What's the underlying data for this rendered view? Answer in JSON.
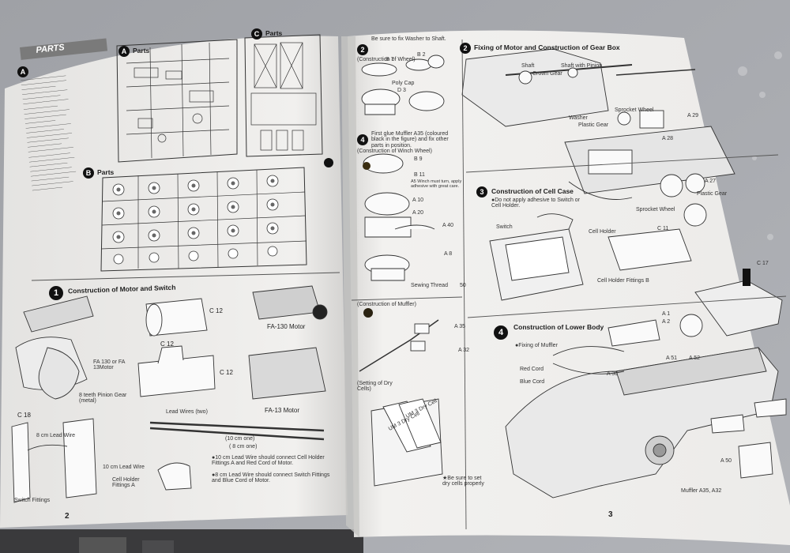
{
  "left_page": {
    "banner": "PARTS",
    "section_a_title": "Parts",
    "section_b_title": "Parts",
    "section_c_title": "Parts",
    "step1": {
      "number": "1",
      "title": "Construction of Motor and Switch",
      "labels": [
        "C 12",
        "C 12",
        "C 12",
        "FA-130 Motor",
        "FA 130 or FA 13Motor",
        "8 teeth Pinion Gear (metal)",
        "FA-13 Motor",
        "C 18",
        "8 cm Lead Wire",
        "Lead Wires (two)",
        "(10 cm one)",
        "( 8 cm one)",
        "10 cm Lead Wire",
        "Cell Holder Fittings A",
        "Switch Fittings"
      ],
      "notes": [
        "●10 cm Lead Wire should connect Cell Holder Fittings A and Red Cord of Motor.",
        "●8 cm Lead Wire should connect Switch Fittings and Blue Cord of Motor."
      ]
    },
    "page_number": "2"
  },
  "right_page": {
    "top_note": "Be sure to fix Washer to Shaft.",
    "wheel": {
      "caption": "(Construction of Wheel)",
      "labels": [
        "B 7",
        "B 2",
        "Poly Cap",
        "D 3"
      ]
    },
    "winch": {
      "number": "4",
      "intro": "First glue Muffler A35 (coloured black in the figure) and fix other parts in position.",
      "caption": "(Construction of Winch Wheel)",
      "labels": [
        "B 9",
        "B 11",
        "A5 Winch must turn, apply adhesive with great care.",
        "A 10",
        "A 20",
        "A 40",
        "A 8",
        "Sewing Thread",
        "50"
      ]
    },
    "muffler": {
      "caption": "(Construction of Muffler)",
      "labels": [
        "A 35",
        "A 32"
      ]
    },
    "dry_cells": {
      "caption": "(Setting of Dry Cells)",
      "labels": [
        "UM 3 Dry Cell",
        "UM 3 Dry Cell"
      ],
      "note": "★Be sure to set dry cells properly"
    },
    "step2": {
      "number": "2",
      "title": "Fixing of Motor and Construction of Gear Box",
      "labels": [
        "Shaft",
        "Shaft with Pinion",
        "Crown Gear",
        "Washer",
        "Plastic Gear",
        "A 29",
        "Sprocket Wheel",
        "A 28",
        "A 27",
        "Plastic Gear",
        "Sprocket Wheel"
      ]
    },
    "step3": {
      "number": "3",
      "title": "Construction of Cell Case",
      "notes": [
        "●Do not apply adhesive to Switch or Cell Holder."
      ],
      "labels": [
        "Switch",
        "Cell Holder",
        "C 11",
        "Cell Holder Fittings B"
      ]
    },
    "step4": {
      "number": "4",
      "title": "Construction of Lower Body",
      "subtitle": "●Fixing of Muffler",
      "labels": [
        "C 17",
        "A 1",
        "A 2",
        "A 51",
        "A 52",
        "Red Cord",
        "Blue Cord",
        "A 36",
        "A 50",
        "Muffler A35, A32"
      ]
    },
    "page_number": "3"
  },
  "colors": {
    "table": "#a5a7ac",
    "paper": "#efeeed",
    "ink": "#1e1e1e",
    "banner": "#7a7a7a"
  }
}
